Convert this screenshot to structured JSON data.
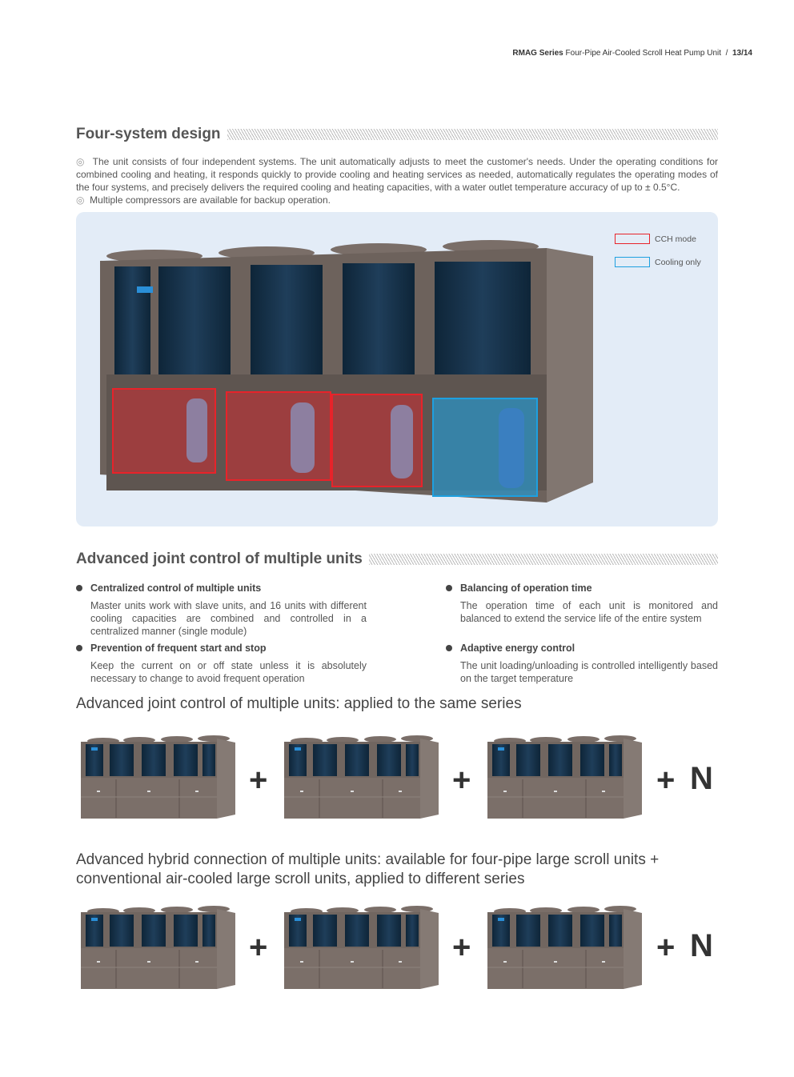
{
  "header": {
    "series": "RMAG Series",
    "product": "Four-Pipe Air-Cooled Scroll Heat Pump Unit",
    "separator": "/",
    "page": "13/14"
  },
  "section1": {
    "title": "Four-system design",
    "bullet_glyph": "◎",
    "points": [
      "The unit consists of four independent systems. The unit automatically adjusts to meet the customer's needs. Under the operating conditions for combined cooling and heating, it responds quickly to provide cooling and heating services as needed, automatically regulates the operating modes of the four systems, and precisely delivers the required cooling and heating capacities, with a water outlet temperature accuracy of up to ± 0.5°C.",
      "Multiple compressors are available for backup operation."
    ],
    "legend": [
      {
        "label": "CCH mode",
        "color": "#e8232a"
      },
      {
        "label": "Cooling only",
        "color": "#1ea0e0"
      }
    ]
  },
  "section2": {
    "title": "Advanced joint control of multiple units",
    "features": [
      {
        "title": "Centralized control of multiple units",
        "desc": "Master units work with slave units, and 16 units with different cooling capacities are combined and controlled in a centralized manner (single module)"
      },
      {
        "title": "Balancing of operation time",
        "desc": "The operation time of each unit is monitored and balanced to extend the service life of the entire system"
      },
      {
        "title": "Prevention of frequent start and stop",
        "desc": "Keep the current on or off state unless it is absolutely necessary to change to avoid frequent operation"
      },
      {
        "title": "Adaptive energy control",
        "desc": "The unit loading/unloading is controlled intelligently based on the target temperature"
      }
    ],
    "same_series_title": "Advanced joint control of multiple units: applied to the same series",
    "hybrid_title": "Advanced hybrid connection of multiple units: available for four-pipe large scroll units + conventional air-cooled large scroll units, applied to different series",
    "plus": "+",
    "n": "N"
  }
}
